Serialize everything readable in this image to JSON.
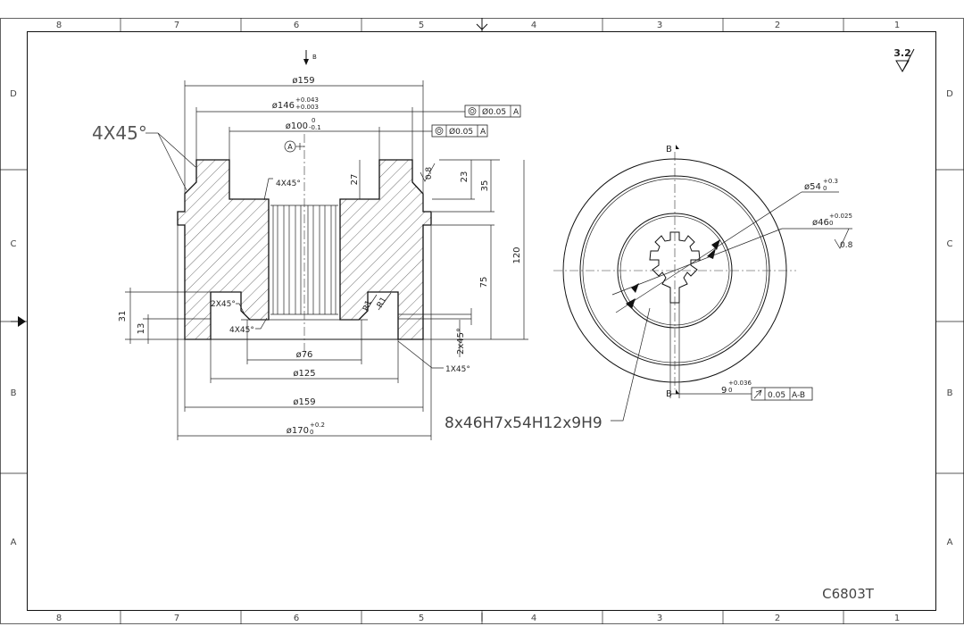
{
  "zones": {
    "columns": [
      "8",
      "7",
      "6",
      "5",
      "4",
      "3",
      "2",
      "1"
    ],
    "rows": [
      "D",
      "C",
      "B",
      "A"
    ]
  },
  "drawing_number": "C6803T",
  "surface_finish": "3.2",
  "section_view": {
    "section_label": "B",
    "chamfer_note": "4X45°",
    "dims": {
      "d159_top": "ø159",
      "d146": "ø146",
      "d146_upper_tol": "+0.043",
      "d146_lower_tol": "+0.003",
      "d100": "ø100",
      "d100_upper_tol": "0",
      "d100_lower_tol": "-0.1",
      "concentricity_1": "Ø0.05",
      "concentricity_2": "Ø0.05",
      "datum_ref": "A",
      "datum_marker": "A",
      "inner_chamfer": "4X45°",
      "d27": "27",
      "d23": "23",
      "d35": "35",
      "d120": "120",
      "d75": "75",
      "roughness_08": "0.8",
      "chamfer_2x45_left": "2X45°",
      "chamfer_4x45_bottom": "4X45°",
      "r1_a": "R1",
      "r1_b": "R1",
      "d31": "31",
      "d13": "13",
      "chamfer_2x45_right": "2x45°",
      "chamfer_1x45": "1X45°",
      "d76": "ø76",
      "d125": "ø125",
      "d159_bottom": "ø159",
      "d170": "ø170",
      "d170_upper_tol": "+0.2",
      "d170_lower_tol": "0"
    }
  },
  "end_view": {
    "view_label": "B",
    "d54": "ø54",
    "d54_upper_tol": "+0.3",
    "d54_lower_tol": "0",
    "d46": "ø46",
    "d46_upper_tol": "+0.025",
    "d46_lower_tol": "0",
    "roughness_08": "0.8",
    "spline_spec": "8x46H7x54H12x9H9",
    "key_width": "9",
    "key_width_upper_tol": "+0.036",
    "key_width_lower_tol": "0",
    "symmetry_tol": "0.05",
    "symmetry_datum": "A-B"
  }
}
